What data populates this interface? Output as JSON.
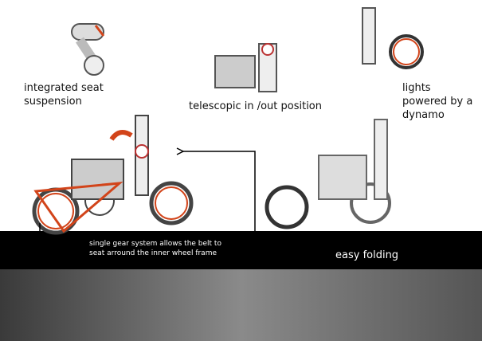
{
  "labels": {
    "seat": "integrated seat suspension",
    "telescopic": "telescopic in /out position",
    "lights": "lights powered by a dynamo",
    "gear": "single gear system allows the belt to seat arround the inner wheel frame",
    "folding": "easy folding"
  },
  "colors": {
    "accent": "#d2441a",
    "band": "#000000"
  }
}
